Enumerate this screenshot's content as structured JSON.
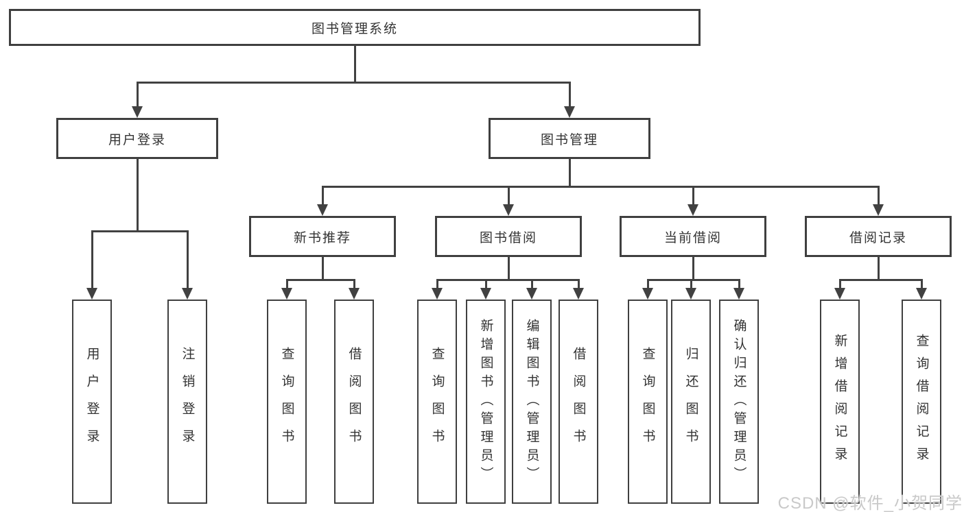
{
  "nodes": {
    "root": "图书管理系统",
    "userLogin": {
      "label": "用户登录",
      "children": [
        "用户登录",
        "注销登录"
      ]
    },
    "bookMgmt": {
      "label": "图书管理",
      "children": [
        {
          "label": "新书推荐",
          "children": [
            "查询图书",
            "借阅图书"
          ]
        },
        {
          "label": "图书借阅",
          "children": [
            "查询图书",
            "新增图书（管理员）",
            "编辑图书（管理员）",
            "借阅图书"
          ]
        },
        {
          "label": "当前借阅",
          "children": [
            "查询图书",
            "归还图书",
            "确认归还（管理员）"
          ]
        },
        {
          "label": "借阅记录",
          "children": [
            "新增借阅记录",
            "查询借阅记录"
          ]
        }
      ]
    }
  },
  "watermark": "CSDN @软件_小贺同学",
  "colors": {
    "line": "#414141",
    "border": "#3f3f3f",
    "text": "#333333",
    "watermark": "#c9c9c9"
  }
}
